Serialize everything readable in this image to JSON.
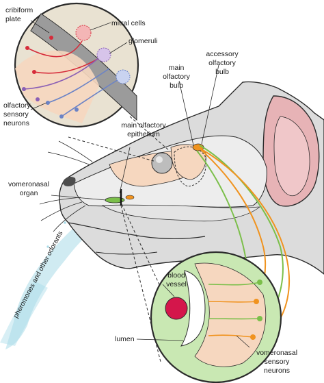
{
  "labels": {
    "cribiform_plate": [
      "cribiform",
      "plate"
    ],
    "mitral_cells": "mitral cells",
    "glomeruli": "glomeruli",
    "olfactory_sensory_neurons": [
      "olfactory",
      "sensory",
      "neurons"
    ],
    "main_olfactory_bulb": [
      "main",
      "olfactory",
      "bulb"
    ],
    "accessory_olfactory_bulb": [
      "accessory",
      "olfactory",
      "bulb"
    ],
    "main_olfactory_epithelium": [
      "main olfactory",
      "epithelium"
    ],
    "vomeronasal_organ": [
      "vomeronasal",
      "organ"
    ],
    "pheromones": "pheromones and other odorants",
    "blood_vessel": [
      "blood",
      "vessel"
    ],
    "lumen": "lumen",
    "vomeronasal_sensory_neurons": [
      "vomeronasal",
      "sensory",
      "neurons"
    ]
  },
  "colors": {
    "outline": "#2b2b2b",
    "head_fill": "#dcdcdc",
    "skull_fill": "#ededed",
    "tissue_peach": "#f6d7bf",
    "ear_pink": "#e7b3b6",
    "vno_green": "#7bbf4a",
    "accessory_orange": "#f0931f",
    "mitral_red": "#d62b3a",
    "glomeruli_purple": "#8a5fb5",
    "neuron_blue": "#6b83c6",
    "odorant_cyan": "#a9dbe8",
    "blood_vessel": "#d4164b",
    "epithelium_green": "#c9e8b3"
  }
}
